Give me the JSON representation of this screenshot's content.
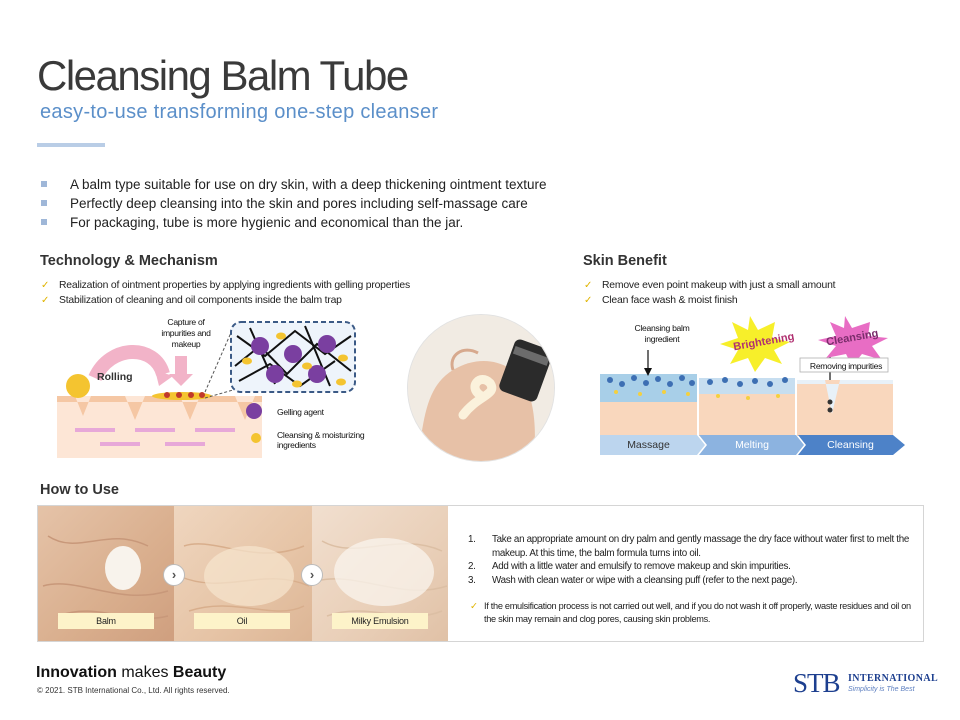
{
  "header": {
    "title": "Cleansing Balm Tube",
    "subtitle": "easy-to-use transforming one-step cleanser"
  },
  "intro_points": [
    "A balm type suitable for use on dry skin, with a deep thickening ointment texture",
    "Perfectly deep cleansing into the skin and pores including self-massage care",
    "For packaging, tube is more hygienic and economical than the jar."
  ],
  "technology": {
    "title": "Technology & Mechanism",
    "points": [
      "Realization of ointment properties by applying ingredients with gelling properties",
      "Stabilization of cleaning and oil components inside the balm trap"
    ],
    "diagram": {
      "rolling": "Rolling",
      "capture": "Capture of impurities and makeup",
      "legend_gelling": "Gelling agent",
      "legend_cleansing": "Cleansing & moisturizing ingredients"
    }
  },
  "skin_benefit": {
    "title": "Skin Benefit",
    "points": [
      "Remove even point makeup with just a small amount",
      "Clean face wash & moist finish"
    ],
    "diagram": {
      "ingredient_label": "Cleansing balm ingredient",
      "brightening": "Brightening",
      "cleansing_burst": "Cleansing",
      "removing": "Removing impurities",
      "stages": [
        "Massage",
        "Melting",
        "Cleansing"
      ]
    }
  },
  "how_to_use": {
    "title": "How to Use",
    "photos": [
      {
        "label": "Balm"
      },
      {
        "label": "Oil"
      },
      {
        "label": "Milky Emulsion"
      }
    ],
    "steps": [
      {
        "num": "1.",
        "text": "Take an appropriate amount on dry palm and gently massage the dry face without water first to melt the makeup. At this time, the balm formula turns into oil."
      },
      {
        "num": "2.",
        "text": "Add with a little water and emulsify to remove makeup and skin impurities."
      },
      {
        "num": "3.",
        "text": "Wash with clean water or wipe with a cleansing puff (refer to the next page)."
      }
    ],
    "note": "If the emulsification process is not carried out well, and if you do not wash it off properly, waste residues and oil on the skin may remain and clog pores, causing skin problems."
  },
  "footer": {
    "tagline_1": "Innovation",
    "tagline_2": " makes ",
    "tagline_3": "Beauty",
    "copyright": "© 2021. STB International Co., Ltd. All rights reserved.",
    "logo_main": "STB",
    "logo_sub": "INTERNATIONAL",
    "logo_slogan": "Simplicity is The Best"
  },
  "colors": {
    "accent_blue": "#5b8fc9",
    "check_yellow": "#e0b400",
    "brand_navy": "#1d3f8f",
    "gelling_purple": "#7a3fa0"
  }
}
